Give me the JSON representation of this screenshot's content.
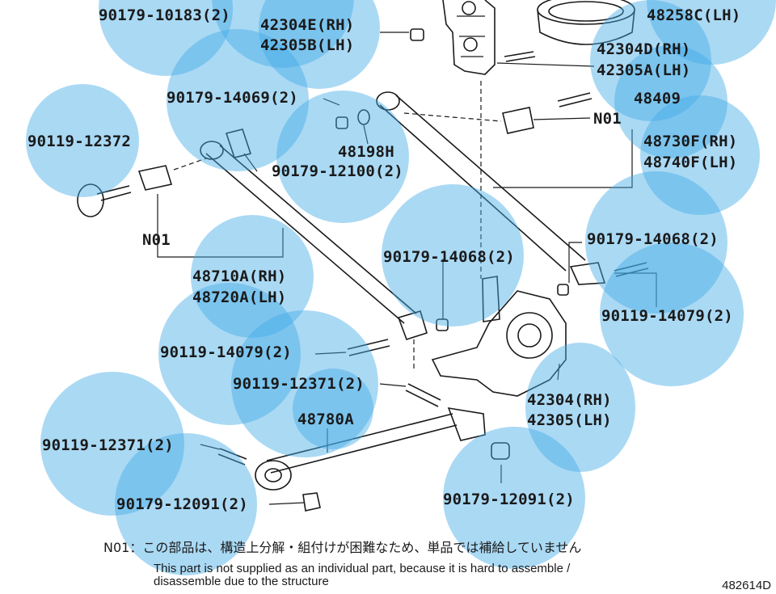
{
  "colors": {
    "hotspot": "#42aae6",
    "ink": "#1a1a1a",
    "paper": "#ffffff"
  },
  "labels": [
    "90179-10183(2)",
    "42304E(RH)",
    "42305B(LH)",
    "48258C(LH)",
    "42304D(RH)",
    "42305A(LH)",
    "90179-14069(2)",
    "48409",
    "N01",
    "90119-12372",
    "48198H",
    "90179-12100(2)",
    "48730F(RH)",
    "48740F(LH)",
    "N01",
    "90179-14068(2)",
    "90179-14068(2)",
    "48710A(RH)",
    "48720A(LH)",
    "90119-14079(2)",
    "90119-14079(2)",
    "90119-12371(2)",
    "48780A",
    "42304(RH)",
    "42305(LH)",
    "90119-12371(2)",
    "90179-12091(2)",
    "90179-12091(2)"
  ],
  "notes": {
    "jp": "N01：この部品は、構造上分解・組付けが困難なため、単品では補給していません",
    "en_line1": "This part is not supplied as an individual part, because it is hard to assemble /",
    "en_line2": "disassemble due to the structure"
  },
  "diagram_code": "482614D"
}
